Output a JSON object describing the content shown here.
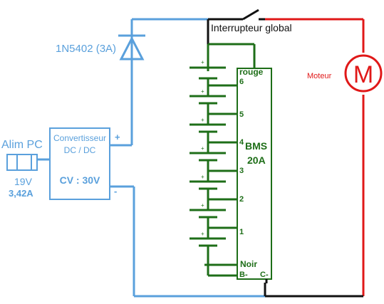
{
  "diode": {
    "label": "1N5402 (3A)"
  },
  "switch": {
    "label": "Interrupteur global"
  },
  "motor": {
    "label": "Moteur",
    "symbol": "M"
  },
  "psu": {
    "name": "Alim PC",
    "voltage": "19V",
    "current": "3,42A"
  },
  "converter": {
    "title_line1": "Convertisseur",
    "title_line2": "DC / DC",
    "setpoint": "CV : 30V",
    "plus": "+",
    "minus": "-"
  },
  "bms": {
    "name_line1": "BMS",
    "name_line2": "20A",
    "top_label": "rouge",
    "bottom_label": "Noir",
    "taps": [
      "6",
      "5",
      "4",
      "3",
      "2",
      "1"
    ],
    "b_minus": "B-",
    "c_minus": "C-"
  },
  "cell_polarity_mark": "+",
  "colors": {
    "blue": "#5aa0dc",
    "green": "#1e6e18",
    "red": "#e01818",
    "wire_black": "#111111",
    "bms_text_green": "#1e6e18"
  }
}
